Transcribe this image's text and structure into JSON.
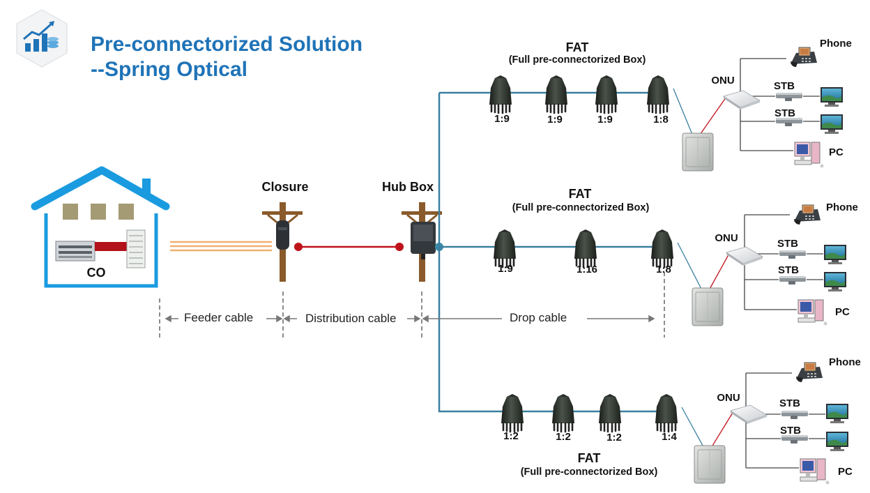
{
  "title": {
    "line1": "Pre-connectorized Solution",
    "line2": "--Spring Optical"
  },
  "logo_icon": "chart-coins-icon",
  "colors": {
    "title": "#1f73b7",
    "fiber": "#3a7fa0",
    "distribution": "#c0121a",
    "feeder": "#f0b070",
    "house": "#1a9be0"
  },
  "co_label": "CO",
  "closure_label": "Closure",
  "hub_label": "Hub Box",
  "cables": {
    "feeder": "Feeder cable",
    "distribution": "Distribution cable",
    "drop": "Drop cable"
  },
  "branches": [
    {
      "fat_title": "FAT",
      "fat_subtitle": "(Full pre-connectorized Box)",
      "ratios": [
        "1:9",
        "1:9",
        "1:9",
        "1:8"
      ],
      "onu": "ONU",
      "stb1": "STB",
      "stb2": "STB",
      "phone": "Phone",
      "pc": "PC"
    },
    {
      "fat_title": "FAT",
      "fat_subtitle": "(Full pre-connectorized Box)",
      "ratios": [
        "1:9",
        "1:16",
        "1:8"
      ],
      "onu": "ONU",
      "stb1": "STB",
      "stb2": "STB",
      "phone": "Phone",
      "pc": "PC"
    },
    {
      "fat_title": "FAT",
      "fat_subtitle": "(Full pre-connectorized Box)",
      "ratios": [
        "1:2",
        "1:2",
        "1:2",
        "1:4"
      ],
      "onu": "ONU",
      "stb1": "STB",
      "stb2": "STB",
      "phone": "Phone",
      "pc": "PC"
    }
  ]
}
